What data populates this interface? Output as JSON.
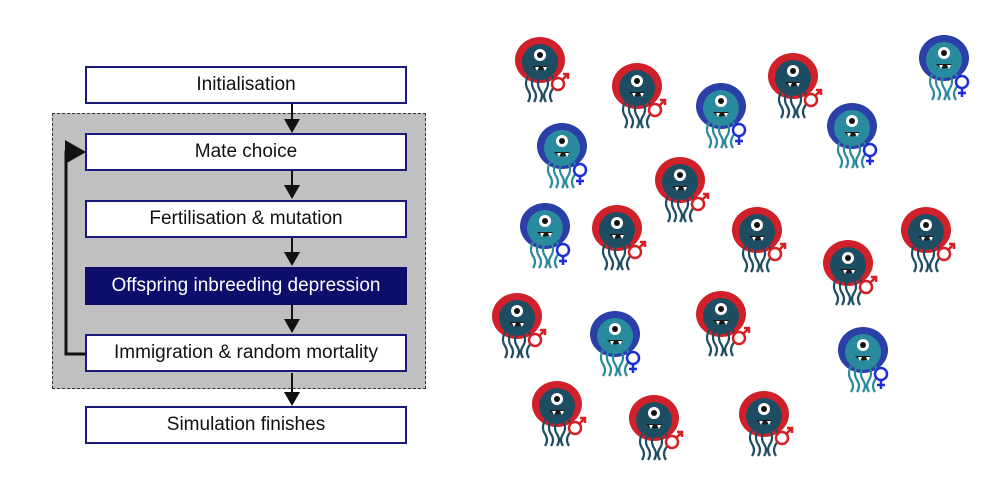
{
  "flowchart": {
    "steps": [
      {
        "label": "Initialisation",
        "highlight": false
      },
      {
        "label": "Mate choice",
        "highlight": false
      },
      {
        "label": "Fertilisation & mutation",
        "highlight": false
      },
      {
        "label": "Offspring inbreeding depression",
        "highlight": true
      },
      {
        "label": "Immigration & random mortality",
        "highlight": false
      },
      {
        "label": "Simulation finishes",
        "highlight": false
      }
    ]
  },
  "colors": {
    "box_border": "#1a1a7a",
    "highlight_fill": "#0d0d6b",
    "loop_fill": "#c0c0c0",
    "male_fur": "#d0202a",
    "male_body": "#1d4d63",
    "male_symbol": "#d81f26",
    "female_fur": "#2a3fa8",
    "female_body": "#2a8a9e",
    "female_symbol": "#1f2fd8"
  },
  "population": {
    "creatures": [
      {
        "sex": "male"
      },
      {
        "sex": "male"
      },
      {
        "sex": "male"
      },
      {
        "sex": "female"
      },
      {
        "sex": "female"
      },
      {
        "sex": "female"
      },
      {
        "sex": "female"
      },
      {
        "sex": "male"
      },
      {
        "sex": "female"
      },
      {
        "sex": "male"
      },
      {
        "sex": "male"
      },
      {
        "sex": "male"
      },
      {
        "sex": "male"
      },
      {
        "sex": "male"
      },
      {
        "sex": "female"
      },
      {
        "sex": "male"
      },
      {
        "sex": "female"
      },
      {
        "sex": "male"
      },
      {
        "sex": "male"
      },
      {
        "sex": "male"
      }
    ]
  }
}
